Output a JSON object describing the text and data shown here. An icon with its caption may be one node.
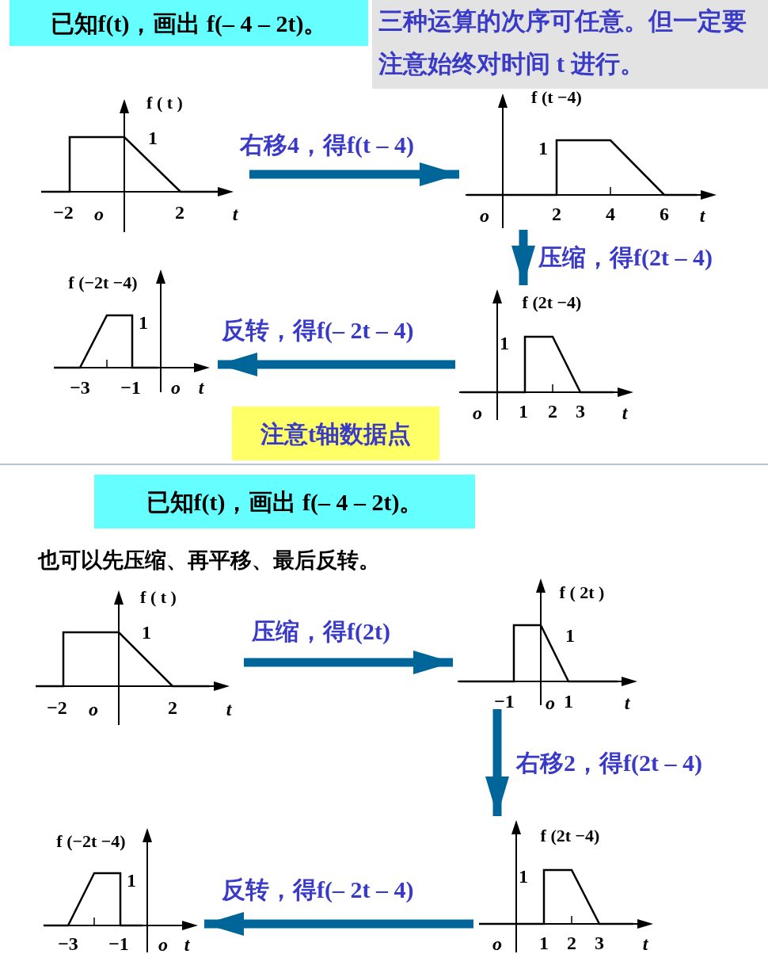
{
  "diagram": {
    "nodes": [
      {
        "text": [
          "已知f(t)，画出 f(– 4 – 2t)。"
        ]
      },
      {
        "text": [
          "三种运算的次序可任意。但一定要注意始终对时间 t 进行。"
        ]
      },
      {
        "text": [
          "f ( t )",
          "1",
          "−2",
          "o",
          "2",
          "t"
        ]
      },
      {
        "text": [
          "f (t −4)",
          "1",
          "o",
          "2",
          "4",
          "6",
          "t"
        ]
      },
      {
        "text": [
          "f (2t −4)",
          "1",
          "o",
          "1",
          "2",
          "3",
          "t"
        ]
      },
      {
        "text": [
          "f (−2t −4)",
          "1",
          "−3",
          "−1",
          "o",
          "t"
        ]
      },
      {
        "text": [
          "注意t轴数据点"
        ]
      },
      {
        "text": [
          "已知f(t)，画出 f(– 4 – 2t)。"
        ]
      },
      {
        "text": [
          "f ( t )",
          "1",
          "−2",
          "o",
          "2",
          "t"
        ]
      },
      {
        "text": [
          "f ( 2t )",
          "1",
          "−1",
          "o",
          "1",
          "t"
        ]
      },
      {
        "text": [
          "f (2t −4)",
          "1",
          "o",
          "1",
          "2",
          "3",
          "t"
        ]
      },
      {
        "text": [
          "f (−2t −4)",
          "1",
          "−3",
          "−1",
          "o",
          "t"
        ]
      }
    ],
    "edges": [
      {
        "from": 2,
        "to": 3,
        "arrow": "to",
        "label": "右移4，得f(t – 4)"
      },
      {
        "from": 3,
        "to": 4,
        "arrow": "to",
        "label": "压缩，得f(2t – 4)"
      },
      {
        "from": 4,
        "to": 5,
        "arrow": "to",
        "label": "反转，得f(– 2t – 4)"
      },
      {
        "from": 8,
        "to": 9,
        "arrow": "to",
        "label": "压缩，得f(2t)"
      },
      {
        "from": 9,
        "to": 10,
        "arrow": "to",
        "label": "右移2，得f(2t – 4)"
      },
      {
        "from": 10,
        "to": 11,
        "arrow": "to",
        "label": "反转，得f(– 2t – 4)"
      }
    ],
    "labels": [
      "也可以先压缩、再平移、最后反转。"
    ]
  }
}
